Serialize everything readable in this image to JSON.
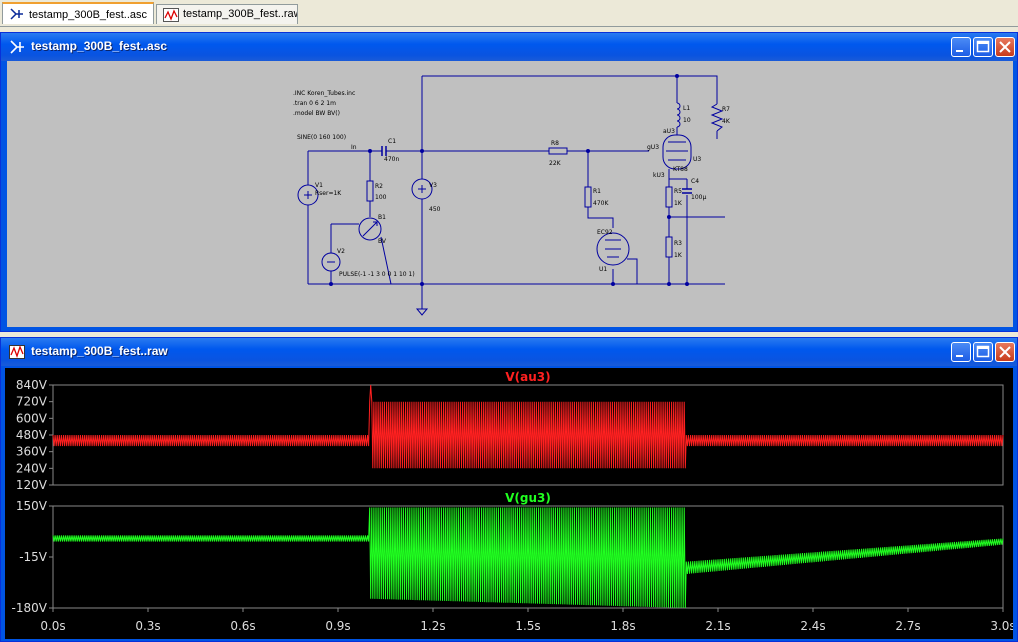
{
  "tabs": [
    {
      "label": "testamp_300B_fest..asc",
      "icon": "schematic-icon",
      "active": true
    },
    {
      "label": "testamp_300B_fest..raw",
      "icon": "waveform-icon",
      "active": false
    }
  ],
  "schematic_window": {
    "title": "testamp_300B_fest..asc",
    "directives": [
      ".INC Koren_Tubes.inc",
      ".tran 0 6 2 1m",
      ".model BW BV()"
    ],
    "source_sine": "SINE(0 160 100)",
    "net_in": "In",
    "components": {
      "c1": {
        "ref": "C1",
        "value": "470n"
      },
      "v1": {
        "ref": "V1",
        "value": "Rser=1K"
      },
      "r2": {
        "ref": "R2",
        "value": "100"
      },
      "b1": {
        "ref": "B1",
        "value": "BV"
      },
      "v2": {
        "ref": "V2",
        "value": "PULSE(-1 -1 3 0 0 1 10 1)"
      },
      "v3": {
        "ref": "V3",
        "value": "450"
      },
      "r8": {
        "ref": "R8",
        "value": "22K"
      },
      "r1": {
        "ref": "R1",
        "value": "470K"
      },
      "u1": {
        "ref": "U1",
        "value": "EC92"
      },
      "l1": {
        "ref": "L1",
        "value": "10"
      },
      "r7": {
        "ref": "R7",
        "value": "4K"
      },
      "u3": {
        "ref": "U3",
        "value": "KT88"
      },
      "r5": {
        "ref": "R5",
        "value": "1K"
      },
      "c4": {
        "ref": "C4",
        "value": "100µ"
      },
      "r3": {
        "ref": "R3",
        "value": "1K"
      }
    },
    "nets": {
      "au3": "aU3",
      "gu3": "gU3",
      "ku3": "kU3"
    }
  },
  "waveform_window": {
    "title": "testamp_300B_fest..raw",
    "x_tick_labels": [
      "0.0s",
      "0.3s",
      "0.6s",
      "0.9s",
      "1.2s",
      "1.5s",
      "1.8s",
      "2.1s",
      "2.4s",
      "2.7s",
      "3.0s"
    ]
  },
  "colors": {
    "trace_au3": "#ff2020",
    "trace_gu3": "#20ff20",
    "plot_bg": "#000000",
    "schematic_wire": "#0000a0",
    "titlebar": "#0054e3"
  },
  "chart_data": [
    {
      "type": "line",
      "title": "V(au3)",
      "y_tick_labels": [
        "840V",
        "720V",
        "600V",
        "480V",
        "360V",
        "240V",
        "120V"
      ],
      "ylim": [
        120,
        840
      ],
      "xlim": [
        0,
        3.0
      ],
      "grid": false,
      "x_tick_labels": [
        "0.0s",
        "0.3s",
        "0.6s",
        "0.9s",
        "1.2s",
        "1.5s",
        "1.8s",
        "2.1s",
        "2.4s",
        "2.7s",
        "3.0s"
      ],
      "series": [
        {
          "name": "V(au3)",
          "color": "#ff2020",
          "x_segments": [
            [
              0,
              1.0
            ],
            [
              1.0,
              2.0
            ],
            [
              2.0,
              3.0
            ]
          ],
          "envelope_min": [
            400,
            240,
            400
          ],
          "envelope_max": [
            480,
            720,
            480
          ],
          "peak": 840
        }
      ]
    },
    {
      "type": "line",
      "title": "V(gu3)",
      "y_tick_labels": [
        "150V",
        "-15V",
        "-180V"
      ],
      "ylim": [
        -180,
        150
      ],
      "xlim": [
        0,
        3.0
      ],
      "grid": false,
      "x_tick_labels": [
        "0.0s",
        "0.3s",
        "0.6s",
        "0.9s",
        "1.2s",
        "1.5s",
        "1.8s",
        "2.1s",
        "2.4s",
        "2.7s",
        "3.0s"
      ],
      "series": [
        {
          "name": "V(gu3)",
          "color": "#20ff20",
          "x_segments": [
            [
              0,
              1.0
            ],
            [
              1.0,
              2.0
            ],
            [
              2.0,
              3.0
            ]
          ],
          "envelope_min": [
            35,
            -180,
            -70
          ],
          "envelope_max": [
            55,
            145,
            45
          ]
        }
      ]
    }
  ]
}
